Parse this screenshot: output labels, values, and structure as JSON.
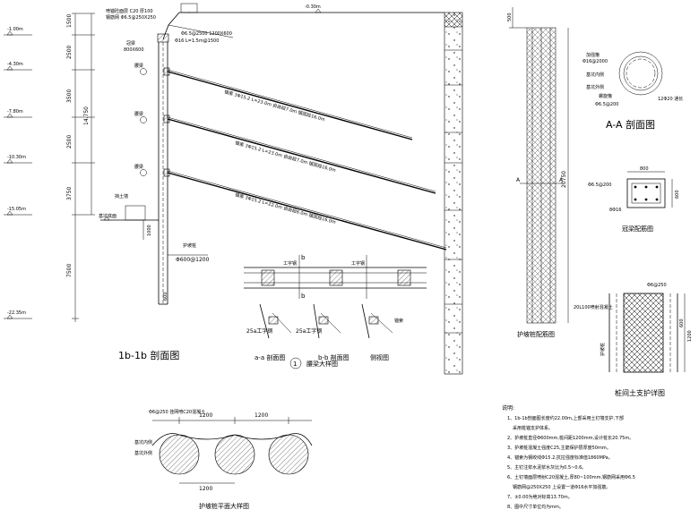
{
  "section": {
    "title": "1b-1b 剖面图",
    "elevations": [
      "-1.00m",
      "-4.30m",
      "-7.80m",
      "-10.30m",
      "-15.05m",
      "-22.35m"
    ],
    "dims": [
      "1500",
      "2500",
      "3500",
      "2500",
      "3750",
      "7500"
    ],
    "total_dim": "14,750",
    "top_elev": "-0.30m",
    "top_dim": "1000",
    "labels": {
      "top_slope": "喷锚砼面层 C20 厚100",
      "top_mesh": "钢筋网 Φ6.5@250X250",
      "top_nail": "Φ16 L=1.5m@1500",
      "top_note": "Φ6.5@2500 1200X600",
      "crown_beam": "冠梁",
      "crown_beam_size": "800X600",
      "anchor_1": "锚索 3Φ15.2 L=23.0m  自由段7.0m  锚固段16.0m",
      "anchor_2": "锚索 3Φ15.2 L=23.0m  自由段7.0m  锚固段16.0m",
      "anchor_3": "锚索 3Φ15.2 L=22.0m  自由段6.0m  锚固段16.0m",
      "waist_1": "腰梁",
      "waist_2": "腰梁",
      "waist_3": "腰梁",
      "pile_label": "护坡桩",
      "pile_spec": "Φ600@1200",
      "pit_bottom": "基坑底面",
      "retain_soil": "挡土墙",
      "pile_bottom_dim": "1000",
      "pile_tip_dim": "600"
    }
  },
  "waler": {
    "title": "腰梁大样图",
    "index": "1",
    "section_a": "a-a 剖面图",
    "section_b": "b-b 剖面图",
    "side_view": "侧视图",
    "cut_b": "b",
    "cut_a": "a",
    "beam_label": "工字钢",
    "steel_a": "25a工字钢",
    "steel_b": "25a工字钢",
    "anchor_tag": "锚索"
  },
  "pile_rebar": {
    "title": "护坡桩配筋图",
    "length": "20750",
    "top_dim": "500",
    "cut_label": "A"
  },
  "aa_section": {
    "title": "A-A 剖面图",
    "hoop": "加强箍",
    "hoop_spec": "Φ16@2000",
    "inner_label": "基坑内侧",
    "outer_label": "基坑外侧",
    "spiral": "螺旋箍",
    "spiral_spec": "Φ6.5@200",
    "main_bar": "12Φ20 通长"
  },
  "crown_beam": {
    "title": "冠梁配筋图",
    "width": "800",
    "height": "600",
    "stirrup": "Φ6.5@200",
    "main_bar": "8Φ16"
  },
  "retaining": {
    "title": "桩间土支护详图",
    "mesh": "Φ6@250",
    "shotcrete": "20L100喷射混凝土",
    "pile_lbl": "护坡桩",
    "dim_a": "1200",
    "dim_b": "600"
  },
  "plan": {
    "title": "护坡桩平面大样图",
    "dim1": "1200",
    "dim2": "1200",
    "dim3": "1200",
    "inner": "基坑内侧",
    "outer": "基坑外侧",
    "top_note": "Φ6@250 挂网喷C20混凝土"
  },
  "notes": {
    "heading": "说明:",
    "items": [
      "1、1b-1b剖面图长度约22.00m,上部采用土钉墙支护,下部",
      "采用桩锚支护体系。",
      "2、护坡桩直径Φ600mm,桩间距1200mm,设计桩长20.75m。",
      "3、护坡桩混凝土强度C25,主筋保护层厚度50mm。",
      "4、锚索为钢绞线Φ15.2,抗拉强度标准值1860MPa。",
      "5、主钉注浆水泥浆水灰比为0.5~0.6。",
      "6、土钉墙面层喷射C20混凝土,厚80~100mm,钢筋网采用Φ6.5",
      "钢筋网@250X250 上设置一道Φ16水平加强筋。",
      "7、±0.00为绝对标高13.70m。",
      "8、图中尺寸单位均为mm。"
    ]
  }
}
